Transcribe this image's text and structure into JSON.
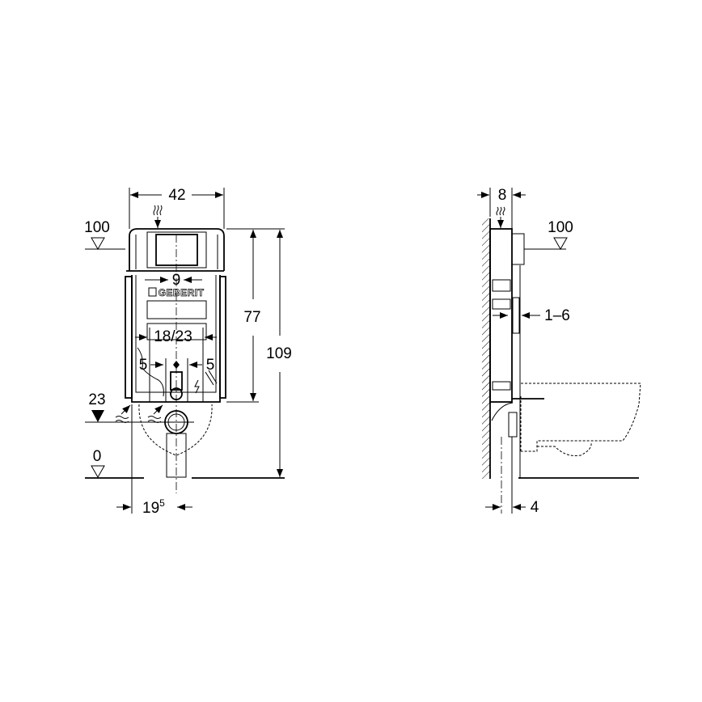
{
  "front_view": {
    "brand": "GEBERIT",
    "dims": {
      "width": "42",
      "button_width": "9",
      "height_frame": "77",
      "height_total": "109",
      "bolt_spacing": "18/23",
      "offset_left": "5",
      "offset_right": "5",
      "drain_offset": "19",
      "drain_offset_sup": "5"
    },
    "levels": {
      "top": "100",
      "supply": "23",
      "floor": "0"
    }
  },
  "side_view": {
    "dims": {
      "depth": "8",
      "wall_thickness": "1–6",
      "wall_gap": "4"
    },
    "levels": {
      "top": "100"
    }
  },
  "colors": {
    "line": "#000000",
    "background": "#ffffff"
  }
}
